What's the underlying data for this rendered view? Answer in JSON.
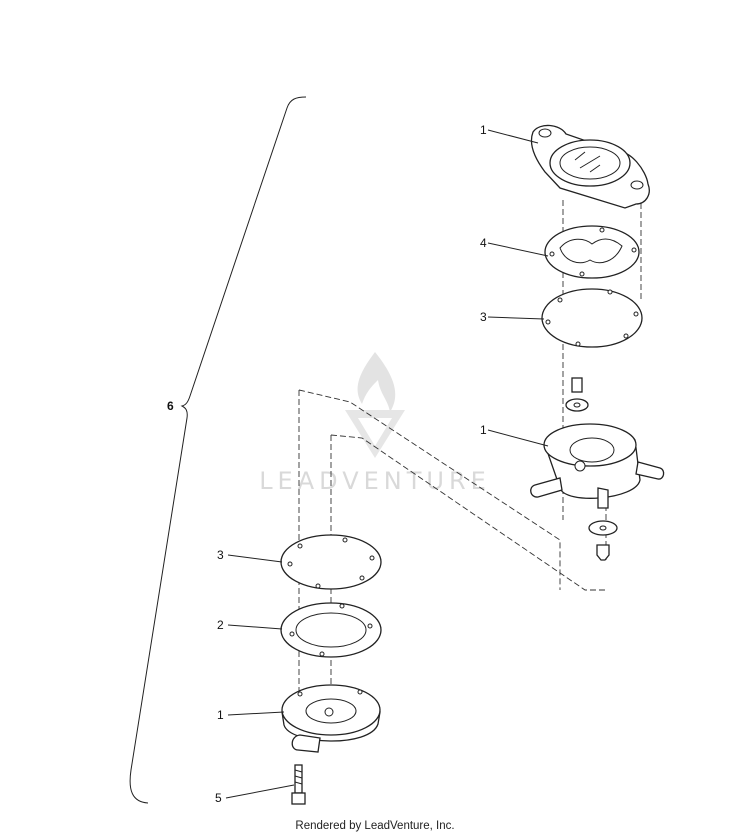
{
  "diagram": {
    "callouts": [
      {
        "id": "c1-top",
        "label": "1"
      },
      {
        "id": "c4",
        "label": "4"
      },
      {
        "id": "c3-top",
        "label": "3"
      },
      {
        "id": "c1-mid",
        "label": "1"
      },
      {
        "id": "c6",
        "label": "6"
      },
      {
        "id": "c3-low",
        "label": "3"
      },
      {
        "id": "c2",
        "label": "2"
      },
      {
        "id": "c1-low",
        "label": "1"
      },
      {
        "id": "c5",
        "label": "5"
      }
    ],
    "watermark": "LEADVENTURE",
    "footer": "Rendered by LeadVenture, Inc."
  },
  "colors": {
    "line": "#222222",
    "watermark": "#d9d9d9",
    "background": "#ffffff"
  }
}
